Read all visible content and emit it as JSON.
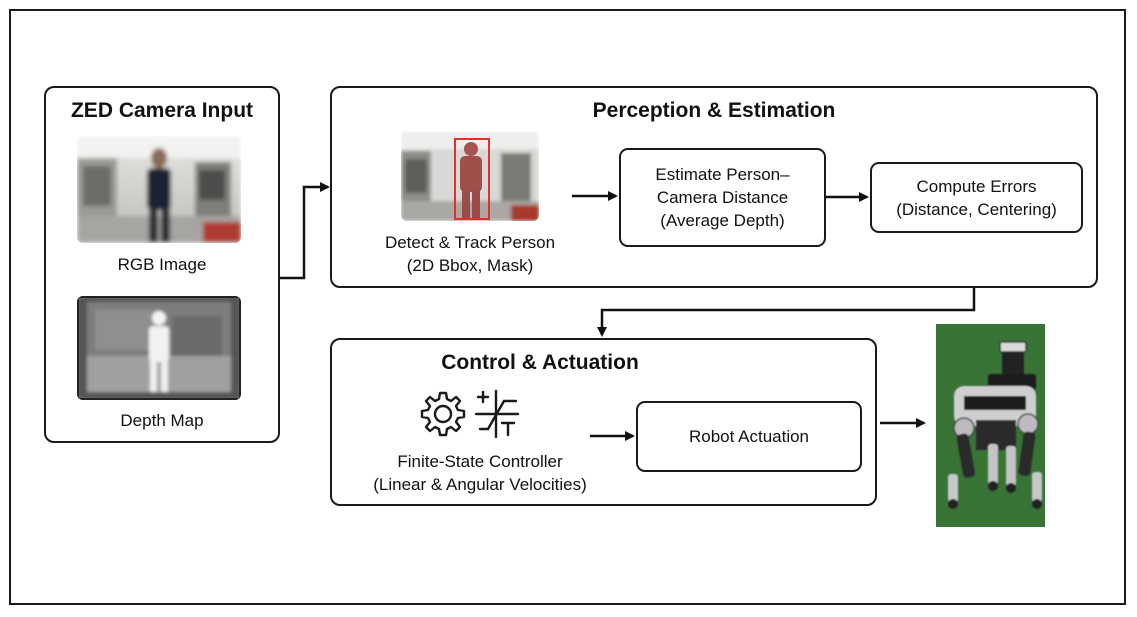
{
  "input": {
    "title": "ZED Camera Input",
    "rgb_label": "RGB Image",
    "depth_label": "Depth Map"
  },
  "perception": {
    "title": "Perception & Estimation",
    "detect_label_1": "Detect & Track Person",
    "detect_label_2": "(2D Bbox, Mask)",
    "distance_1": "Estimate Person–",
    "distance_2": "Camera Distance",
    "distance_3": "(Average Depth)",
    "errors_1": "Compute Errors",
    "errors_2": "(Distance, Centering)"
  },
  "control": {
    "title": "Control & Actuation",
    "fsm_label_1": "Finite-State Controller",
    "fsm_label_2": "(Linear & Angular Velocities)",
    "actuation": "Robot Actuation",
    "icons": [
      "gear-icon",
      "saturation-function-icon"
    ]
  },
  "colors": {
    "bbox": "#e0302a",
    "robot_ground": "#3d7a3a"
  }
}
